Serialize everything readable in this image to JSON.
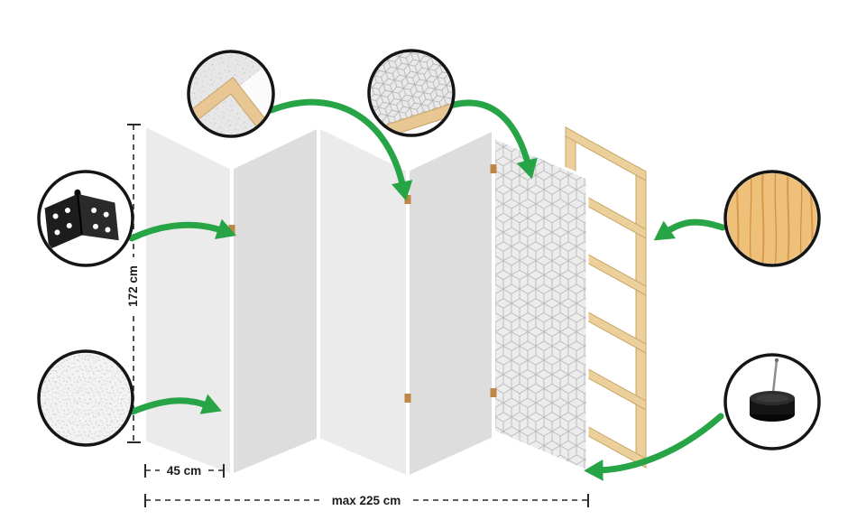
{
  "diagram": {
    "dimensions": {
      "height": "172 cm",
      "panel_width": "45 cm",
      "max_width": "max 225 cm"
    },
    "callouts": {
      "hinge": "hinge-detail-icon",
      "frame_corner": "frame-corner-detail-icon",
      "surface_pattern": "surface-pattern-detail-icon",
      "fabric": "canvas-texture-detail-icon",
      "wood": "wood-grain-detail-icon",
      "foot": "stabilizing-foot-detail-icon"
    },
    "colors": {
      "arrow_green": "#27a546",
      "panel_light": "#ebebeb",
      "panel_shaded": "#dddddd",
      "wood_tan": "#ecd09c",
      "pattern_line": "#b9b9b9",
      "outline_black": "#151515",
      "hinge_dot": "#c08644"
    }
  }
}
